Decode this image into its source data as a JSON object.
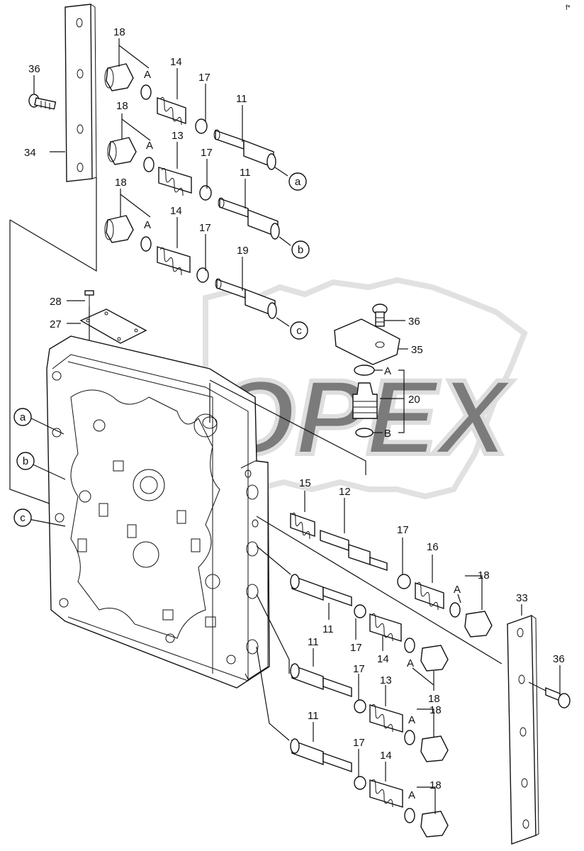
{
  "watermark": {
    "text": "OPEX",
    "color": "#c8c8c8"
  },
  "corner_mark": "f*",
  "callouts": [
    {
      "id": "c36a",
      "text": "36"
    },
    {
      "id": "c34",
      "text": "34"
    },
    {
      "id": "c18a",
      "text": "18"
    },
    {
      "id": "cAa",
      "text": "A"
    },
    {
      "id": "c14a",
      "text": "14"
    },
    {
      "id": "c17a",
      "text": "17"
    },
    {
      "id": "c11a",
      "text": "11"
    },
    {
      "id": "c18b",
      "text": "18"
    },
    {
      "id": "cAb",
      "text": "A"
    },
    {
      "id": "c13a",
      "text": "13"
    },
    {
      "id": "c17b",
      "text": "17"
    },
    {
      "id": "c11b",
      "text": "11"
    },
    {
      "id": "c18c",
      "text": "18"
    },
    {
      "id": "cAc",
      "text": "A"
    },
    {
      "id": "c14b",
      "text": "14"
    },
    {
      "id": "c17c",
      "text": "17"
    },
    {
      "id": "c19",
      "text": "19"
    },
    {
      "id": "c28",
      "text": "28"
    },
    {
      "id": "c27",
      "text": "27"
    },
    {
      "id": "c36b",
      "text": "36"
    },
    {
      "id": "c35",
      "text": "35"
    },
    {
      "id": "cAd",
      "text": "A"
    },
    {
      "id": "c20",
      "text": "20"
    },
    {
      "id": "cB",
      "text": "B"
    },
    {
      "id": "c15",
      "text": "15"
    },
    {
      "id": "c12",
      "text": "12"
    },
    {
      "id": "c17d",
      "text": "17"
    },
    {
      "id": "c16",
      "text": "16"
    },
    {
      "id": "cAe",
      "text": "A"
    },
    {
      "id": "c18d",
      "text": "18"
    },
    {
      "id": "c33",
      "text": "33"
    },
    {
      "id": "c11c",
      "text": "11"
    },
    {
      "id": "c11d",
      "text": "11"
    },
    {
      "id": "c17e",
      "text": "17"
    },
    {
      "id": "c14c",
      "text": "14"
    },
    {
      "id": "cAf",
      "text": "A"
    },
    {
      "id": "c18e",
      "text": "18"
    },
    {
      "id": "c36c",
      "text": "36"
    },
    {
      "id": "c17f",
      "text": "17"
    },
    {
      "id": "c13b",
      "text": "13"
    },
    {
      "id": "cAg",
      "text": "A"
    },
    {
      "id": "c18f",
      "text": "18"
    },
    {
      "id": "c11e",
      "text": "11"
    },
    {
      "id": "c17g",
      "text": "17"
    },
    {
      "id": "c14d",
      "text": "14"
    },
    {
      "id": "cAh",
      "text": "A"
    },
    {
      "id": "c18g",
      "text": "18"
    }
  ],
  "markers": [
    {
      "id": "ma1",
      "text": "a"
    },
    {
      "id": "mb1",
      "text": "b"
    },
    {
      "id": "mc1",
      "text": "c"
    },
    {
      "id": "ma2",
      "text": "a"
    },
    {
      "id": "mb2",
      "text": "b"
    },
    {
      "id": "mc2",
      "text": "c"
    }
  ]
}
